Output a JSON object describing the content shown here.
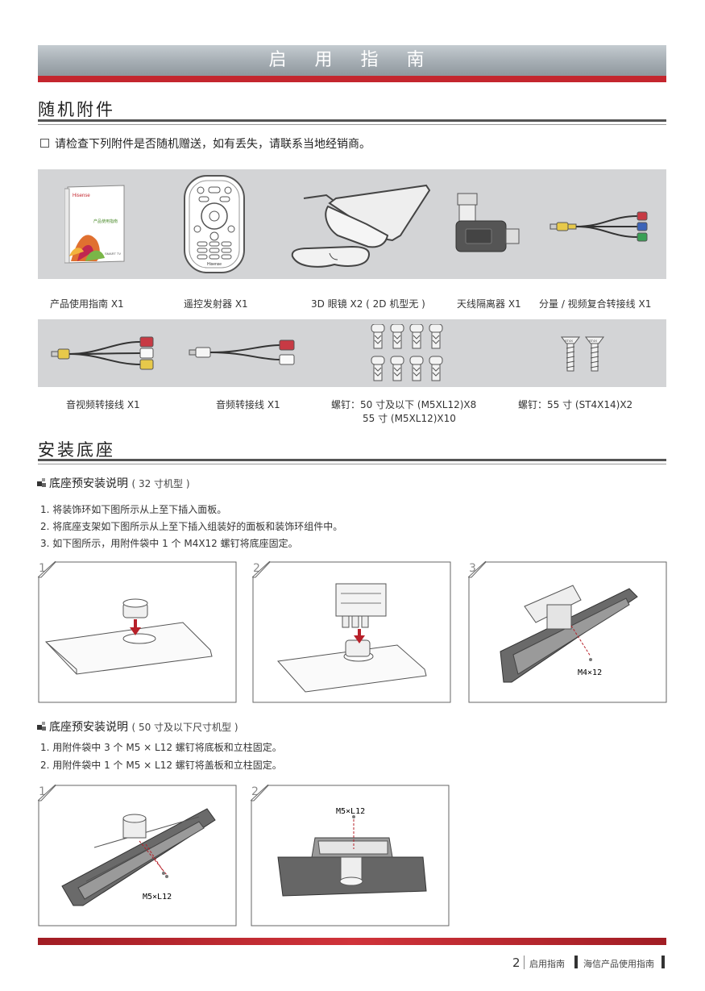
{
  "header": {
    "title": "启 用 指 南"
  },
  "section1": {
    "title": "随机附件",
    "notice": "请检查下列附件是否随机赠送，如有丢失，请联系当地经销商。",
    "row1": [
      {
        "label": "产品使用指南 X1",
        "icon": "manual-booklet"
      },
      {
        "label": "遥控发射器 X1",
        "icon": "remote-control"
      },
      {
        "label": "3D 眼镜 X2 ( 2D 机型无 )",
        "icon": "3d-glasses"
      },
      {
        "label": "天线隔离器 X1",
        "icon": "antenna-isolator"
      },
      {
        "label": "分量 / 视频复合转接线 X1",
        "icon": "component-cable"
      }
    ],
    "row2": [
      {
        "label": "音视频转接线 X1",
        "icon": "av-cable"
      },
      {
        "label": "音频转接线 X1",
        "icon": "audio-cable"
      },
      {
        "label": "螺钉：50 寸及以下 (M5XL12)X8",
        "label2": "55 寸 (M5XL12)X10",
        "icon": "screws-m5"
      },
      {
        "label": "螺钉：55 寸 (ST4X14)X2",
        "icon": "screws-st4"
      }
    ],
    "screw_tag": "ST4X"
  },
  "section2": {
    "title": "安装底座",
    "part1": {
      "heading": "底座预安装说明",
      "note": "( 32 寸机型 )",
      "steps": [
        "1. 将装饰环如下图所示从上至下插入面板。",
        "2. 将底座支架如下图所示从上至下插入组装好的面板和装饰环组件中。",
        "3. 如下图所示，用附件袋中 1 个 M4X12 螺钉将底座固定。"
      ],
      "panels": [
        "1",
        "2",
        "3"
      ],
      "callout": "M4×12"
    },
    "part2": {
      "heading": "底座预安装说明",
      "note": "( 50 寸及以下尺寸机型 )",
      "steps": [
        "1. 用附件袋中 3 个 M5 × L12 螺钉将底板和立柱固定。",
        "2. 用附件袋中 1 个 M5 × L12 螺钉将盖板和立柱固定。"
      ],
      "panels": [
        "1",
        "2"
      ],
      "callout1": "M5×L12",
      "callout2": "M5×L12"
    }
  },
  "footer": {
    "page": "2",
    "chapter": "启用指南",
    "doc": "海信产品使用指南"
  },
  "colors": {
    "accent_red": "#c4262e",
    "banner_gray": "#a5adb3",
    "box_gray": "#d3d4d6"
  }
}
